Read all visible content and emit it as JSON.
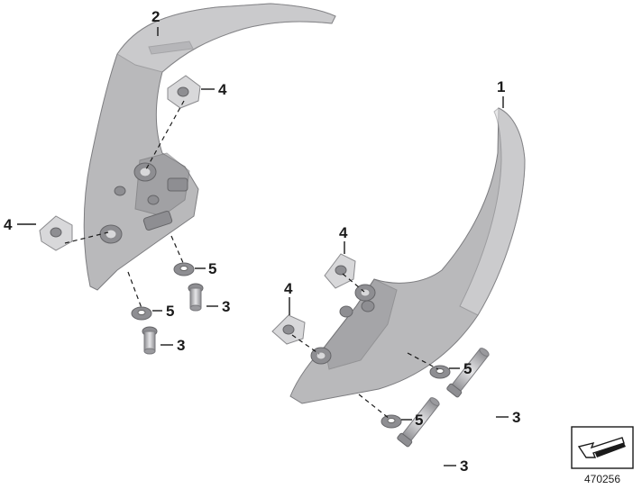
{
  "callouts": {
    "c2": "2",
    "c4_top": "4",
    "c4_left": "4",
    "c5_a": "5",
    "c3_a": "3",
    "c5_b": "5",
    "c3_b": "3",
    "c1": "1",
    "c4_mid": "4",
    "c4_low": "4",
    "c5_c": "5",
    "c3_c": "3",
    "c5_d": "5",
    "c3_d": "3"
  },
  "reference": {
    "number": "470256",
    "icon": "direction-arrow-icon"
  },
  "colors": {
    "part_fill": "#b9b9bb",
    "part_shadow": "#8e8e92",
    "line": "#1a1a1a"
  }
}
